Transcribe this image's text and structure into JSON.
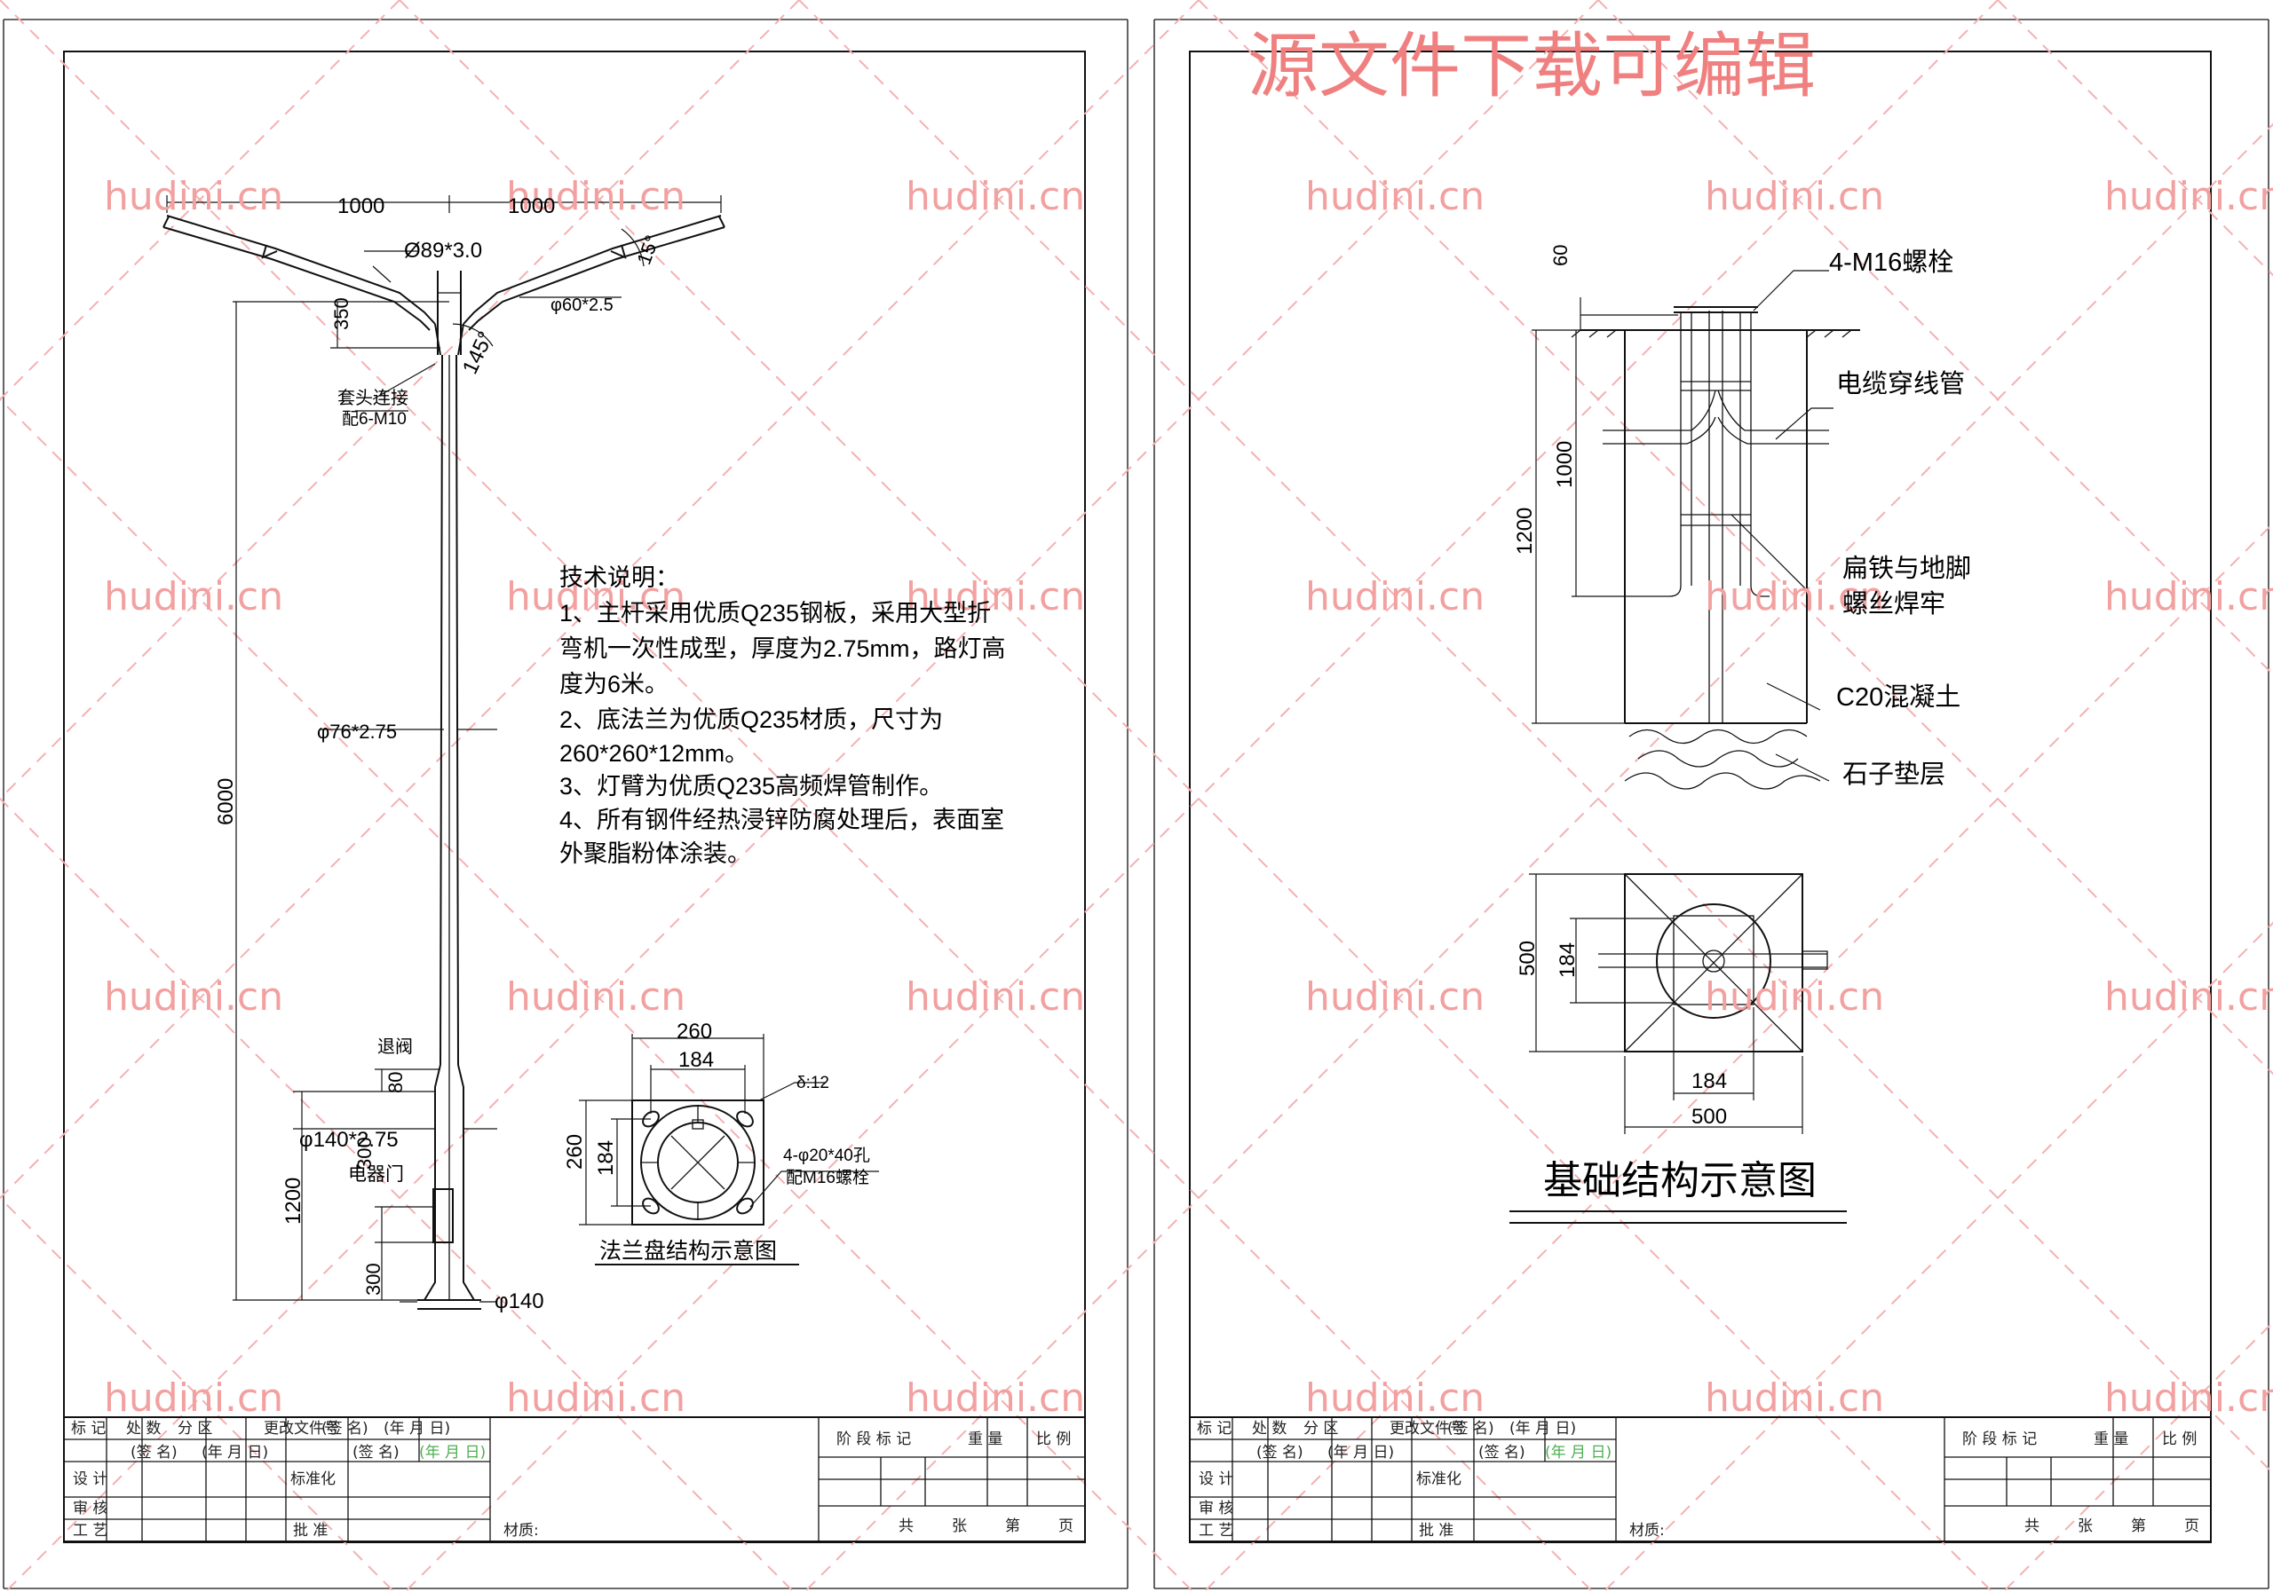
{
  "header": {
    "title": "源文件下载可编辑"
  },
  "watermark": {
    "text": "hudini.cn"
  },
  "left_sheet": {
    "dims": {
      "arm_left": "1000",
      "arm_right": "1000",
      "top_pipe": "Ø89*3.0",
      "arm_pipe": "φ60*2.5",
      "arm_angle": "15°",
      "joint_angle": "145°",
      "rise": "350",
      "height": "6000",
      "main_pipe": "φ76*2.75",
      "base_pipe": "φ140*2.75",
      "base_height": "1200",
      "door_top": "80",
      "door_h": "300",
      "door_w": "300",
      "foot_dia": "φ140"
    },
    "labels": {
      "socket_joint": "套头连接",
      "socket_bolts": "配6-M10",
      "reducer": "退阀",
      "door": "电器门"
    },
    "notes": {
      "title": "技术说明：",
      "lines": [
        "1、主杆采用优质Q235钢板，采用大型折",
        "弯机一次性成型，厚度为2.75mm，路灯高",
        "度为6米。",
        "2、底法兰为优质Q235材质，尺寸为",
        "260*260*12mm。",
        "3、灯臂为优质Q235高频焊管制作。",
        "4、所有钢件经热浸锌防腐处理后，表面室",
        "外聚脂粉体涂装。"
      ]
    },
    "flange": {
      "outer_w": "260",
      "inner_w": "184",
      "outer_h": "260",
      "inner_h": "184",
      "thickness": "δ:12",
      "holes": "4-φ20*40孔",
      "bolts": "配M16螺栓",
      "caption": "法兰盘结构示意图"
    }
  },
  "right_sheet": {
    "dims": {
      "top": "60",
      "embed": "1000",
      "depth": "1200",
      "plan_h": "500",
      "plan_bolt_h": "184",
      "plan_bolt_w": "184",
      "plan_w": "500"
    },
    "labels": {
      "bolts": "4-M16螺栓",
      "conduit": "电缆穿线管",
      "flat_iron_1": "扁铁与地脚",
      "flat_iron_2": "螺丝焊牢",
      "concrete": "C20混凝土",
      "gravel": "石子垫层"
    },
    "caption": "基础结构示意图"
  },
  "title_block": {
    "row1": [
      "标 记",
      "处 数",
      "分 区",
      "更改文件号",
      "(签 名)",
      "(年 月 日)"
    ],
    "stage": [
      "阶 段 标 记",
      "重 量",
      "比 例"
    ],
    "design": "设 计",
    "sign": "(签 名)",
    "date": "(年 月 日)",
    "standard": "标准化",
    "sign2": "(签 名)",
    "date_green": "(年 月 日)",
    "review": "审 核",
    "process": "工 艺",
    "approve": "批 准",
    "material": "材质:",
    "sheets": [
      "共",
      "张",
      "第",
      "页"
    ]
  }
}
